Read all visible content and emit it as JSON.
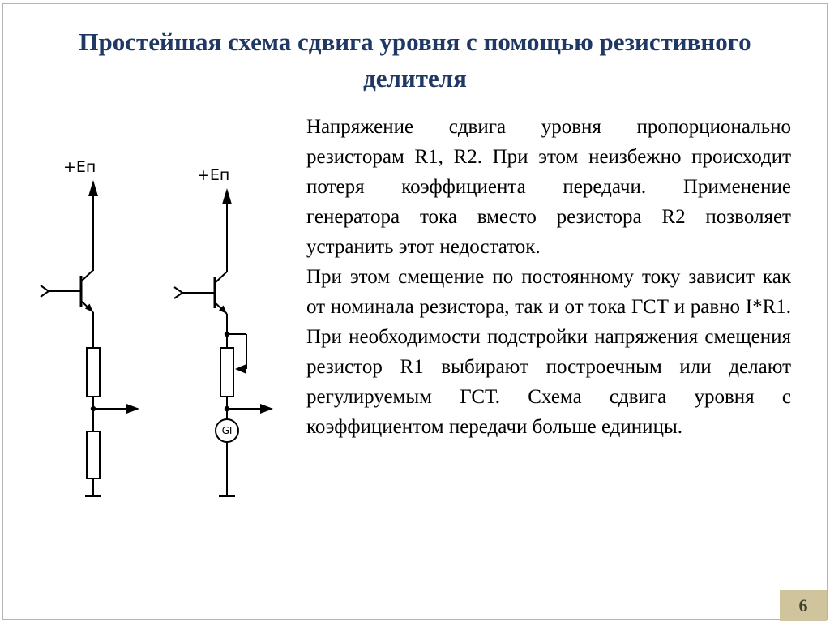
{
  "slide": {
    "title": "Простейшая схема сдвига уровня с помощью резистивного делителя",
    "body": {
      "paragraph1": "Напряжение сдвига уровня пропорционально резисторам R1, R2. При этом неизбежно происходит потеря коэффициента передачи. Применение генератора тока вместо резистора R2 позволяет устранить этот недостаток.",
      "paragraph2": "При этом смещение по постоянному току зависит как от номинала резистора, так и от тока ГСТ и равно I*R1. При необходимости подстройки напряжения смещения резистор R1 выбирают построечным или делают регулируемым ГСТ. Схема сдвига уровня с коэффициентом передачи больше единицы."
    },
    "diagram": {
      "left_supply_label": "+Еп",
      "right_supply_label": "+Еп",
      "current_source_label": "GI"
    },
    "page_number": "6",
    "colors": {
      "title_color": "#1f3864",
      "page_badge_bg": "#cfc49c",
      "frame_border": "#b3b3b3"
    }
  }
}
